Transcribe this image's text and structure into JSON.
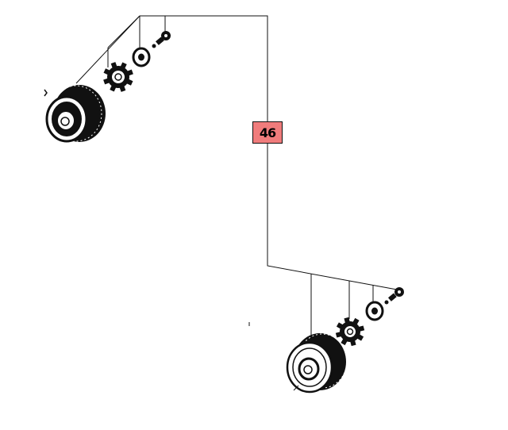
{
  "callout": {
    "label": "46",
    "color": "#f07c7c"
  },
  "parts": [
    {
      "name": "wheel",
      "icon": "wheel-icon"
    },
    {
      "name": "star-nut",
      "icon": "star-nut-icon"
    },
    {
      "name": "washer",
      "icon": "washer-icon"
    },
    {
      "name": "screw",
      "icon": "screw-icon"
    }
  ]
}
